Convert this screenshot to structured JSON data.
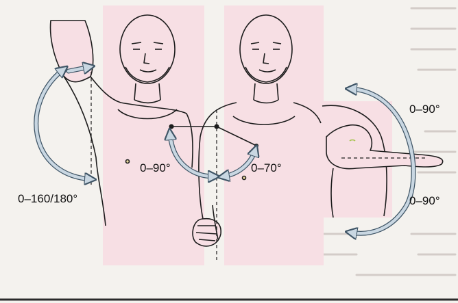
{
  "labels": {
    "abduction": "0–160/180°",
    "horizontal_flexion": "0–90°",
    "horizontal_extension": "0–70°",
    "external_rotation": "0–90°",
    "internal_rotation": "0–90°"
  },
  "colors": {
    "skin_panel": "#f7dfe4",
    "skin_outline": "#1c1c1c",
    "arrow_fill": "#c9d7e2",
    "arrow_outline": "#3f5566",
    "page_background": "#f4f2ee",
    "background_text": "#b9aeaa"
  }
}
